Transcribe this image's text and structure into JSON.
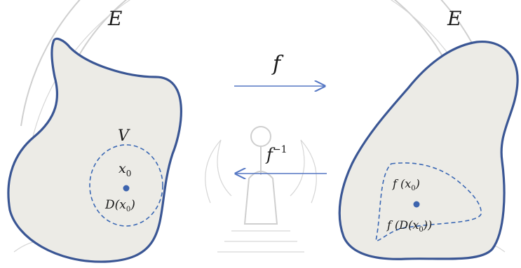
{
  "left_set": {
    "label": "E",
    "neighborhood_label": "V",
    "point_label": "x",
    "point_sub": "0",
    "disc_label": "D(x",
    "disc_sub": "0",
    "disc_close": ")"
  },
  "right_set": {
    "label": "E",
    "image_point_label": "f (x",
    "image_point_sub": "0",
    "image_point_close": ")",
    "image_disc_label": "f (D(x",
    "image_disc_sub": "0",
    "image_disc_close": "))"
  },
  "mapping": {
    "forward_label": "f",
    "inverse_label": "f",
    "inverse_sup": "−1"
  },
  "colors": {
    "boundary": "#3a5694",
    "fill": "#ecebe6",
    "dashed": "#3b68b4",
    "arrow": "#5577c4",
    "point": "#3d64ae"
  }
}
